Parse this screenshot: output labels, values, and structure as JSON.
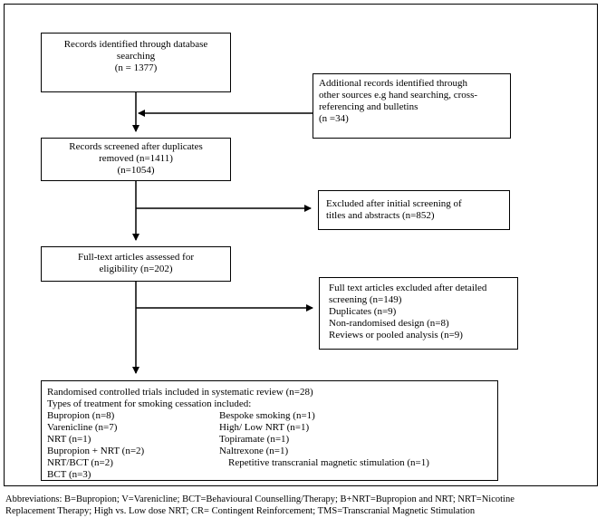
{
  "boxes": {
    "identified": {
      "lines": [
        "Records identified through database",
        "searching",
        "(n = 1377)"
      ]
    },
    "additional": {
      "lines": [
        "Additional records identified through",
        "other sources e.g hand searching, cross-",
        "referencing and bulletins",
        "(n =34)"
      ]
    },
    "screened": {
      "lines": [
        "Records screened after duplicates",
        "removed (n=1411)",
        "(n=1054)"
      ]
    },
    "excluded_initial": {
      "lines": [
        "Excluded after initial screening of",
        "titles and abstracts (n=852)"
      ]
    },
    "fulltext": {
      "lines": [
        "Full-text articles assessed for",
        "eligibility (n=202)"
      ]
    },
    "excluded_fulltext": {
      "lines": [
        "Full text articles excluded after detailed",
        "screening (n=149)",
        "Duplicates (n=9)",
        "Non-randomised design (n=8)",
        "Reviews or pooled analysis (n=9)"
      ]
    },
    "included": {
      "heading": "Randomised controlled trials included in systematic review (n=28)",
      "subheading": "Types of treatment for smoking cessation included:",
      "left": [
        "Bupropion (n=8)",
        "Varenicline (n=7)",
        "NRT (n=1)",
        "Bupropion + NRT (n=2)",
        "NRT/BCT (n=2)",
        "BCT (n=3)"
      ],
      "right": [
        "Bespoke smoking (n=1)",
        "High/ Low NRT (n=1)",
        "Topiramate (n=1)",
        "Naltrexone (n=1)",
        "Repetitive transcranial magnetic stimulation (n=1)",
        ""
      ]
    }
  },
  "abbreviations": [
    "Abbreviations: B=Bupropion; V=Varenicline; BCT=Behavioural Counselling/Therapy; B+NRT=Bupropion and NRT; NRT=Nicotine",
    "Replacement Therapy; High vs. Low dose NRT; CR= Contingent Reinforcement; TMS=Transcranial Magnetic Stimulation"
  ]
}
